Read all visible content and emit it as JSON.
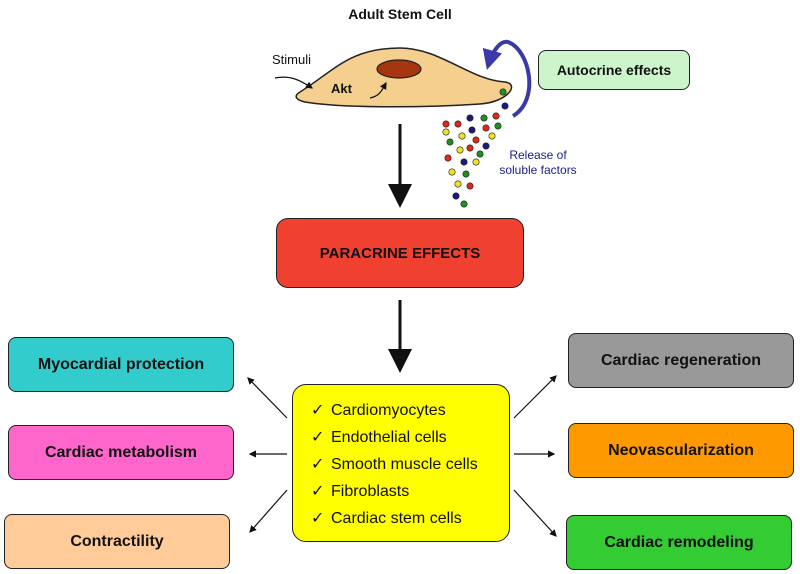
{
  "title": "Adult Stem Cell",
  "cell": {
    "stimuli_label": "Stimuli",
    "akt_label": "Akt",
    "cell_color": "#f4cf8e",
    "nucleus_color": "#a5360e"
  },
  "autocrine": {
    "label": "Autocrine effects",
    "color": "#ccf5cc"
  },
  "release_label": [
    "Release of",
    "soluble factors"
  ],
  "soluble_factor_colors": [
    "#d92a1c",
    "#1f8f25",
    "#1a1a7a",
    "#f0e028"
  ],
  "paracrine": {
    "label": "PARACRINE EFFECTS",
    "color": "#ef4030"
  },
  "targets": {
    "check_symbol": "✓",
    "items": [
      "Cardiomyocytes",
      "Endothelial cells",
      "Smooth muscle cells",
      "Fibroblasts",
      "Cardiac stem cells"
    ],
    "color": "#ffff00"
  },
  "effects_left": [
    {
      "label": "Myocardial protection",
      "color": "#33cccc"
    },
    {
      "label": "Cardiac metabolism",
      "color": "#ff66cc"
    },
    {
      "label": "Contractility",
      "color": "#ffcc99"
    }
  ],
  "effects_right": [
    {
      "label": "Cardiac regeneration",
      "color": "#999999"
    },
    {
      "label": "Neovascularization",
      "color": "#ff9900"
    },
    {
      "label": "Cardiac remodeling",
      "color": "#33cc33"
    }
  ]
}
